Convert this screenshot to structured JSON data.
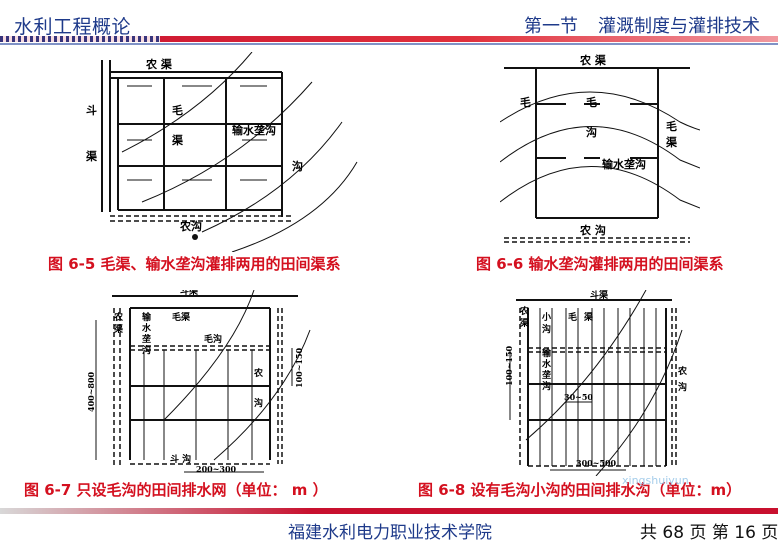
{
  "header": {
    "course": "水利工程概论",
    "section": "第一节",
    "topic": "灌溉制度与灌排技术"
  },
  "fig65": {
    "labels": {
      "nongqu": "农 渠",
      "mao": "毛",
      "qu": "渠",
      "dou": "斗",
      "qu2": "渠",
      "shuxi": "输水垄沟",
      "gou": "沟",
      "nonggou": "农沟"
    },
    "caption": "图 6-5  毛渠、输水垄沟灌排两用的田间渠系"
  },
  "fig66": {
    "labels": {
      "nongqu": "农 渠",
      "mao1": "毛",
      "mao2": "毛",
      "gou": "沟",
      "maoqu_m": "毛",
      "maoqu_q": "渠",
      "shuxi": "输水垄沟",
      "nonggou": "农 沟"
    },
    "caption": "图 6-6  输水垄沟灌排两用的田间渠系"
  },
  "fig67": {
    "labels": {
      "douqu": "斗渠",
      "nong": "农",
      "qu": "渠",
      "shu": "输",
      "shui": "水",
      "long": "垄",
      "gou": "沟",
      "maoqu": "毛渠",
      "maogou": "毛沟",
      "dim1": "100~150",
      "dim2": "400~800",
      "nong2": "农",
      "gou2": "沟",
      "dougou": "斗 沟",
      "dim3": "200~300"
    },
    "caption": "图 6-7  只设毛沟的田间排水网（单位： m ）"
  },
  "fig68": {
    "labels": {
      "douqu": "斗渠",
      "nong": "农",
      "qu": "渠",
      "xiao": "小",
      "gou": "沟",
      "mao": "毛",
      "qu2": "渠",
      "shu": "输",
      "shui": "水",
      "long": "垄",
      "gou2": "沟",
      "dim1": "100~150",
      "dim2": "30~50",
      "nong2": "农",
      "gou3": "沟",
      "dim3": "300~500"
    },
    "caption": "图 6-8  设有毛沟小沟的田间排水沟（单位：m）"
  },
  "footer": {
    "institution": "福建水利电力职业技术学院",
    "page": "共 68 页  第 16 页"
  },
  "watermark": "xingshuiyun"
}
